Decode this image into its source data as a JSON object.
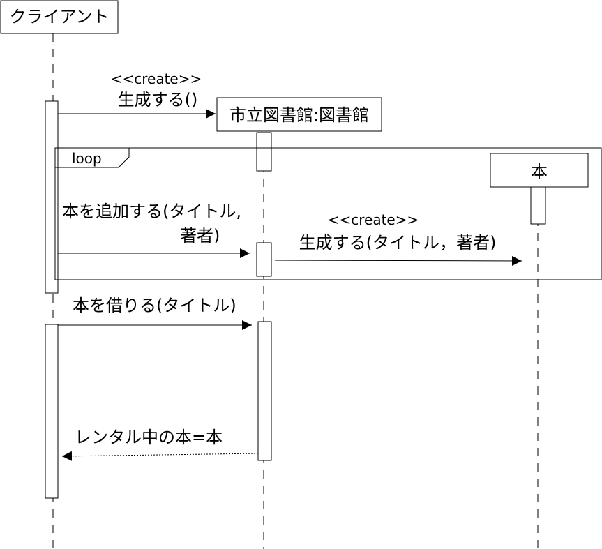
{
  "participants": {
    "client": "クライアント",
    "library": "市立図書館:図書館",
    "book": "本"
  },
  "fragment": {
    "label": "loop"
  },
  "messages": {
    "create_library": {
      "stereotype": "<<create>>",
      "label": "生成する()"
    },
    "add_book": {
      "line1": "本を追加する(タイトル,",
      "line2": "著者)"
    },
    "create_book": {
      "stereotype": "<<create>>",
      "label": "生成する(タイトル，著者)"
    },
    "borrow_book": {
      "label": "本を借りる(タイトル)"
    },
    "return_book": {
      "label": "レンタル中の本=本"
    }
  }
}
